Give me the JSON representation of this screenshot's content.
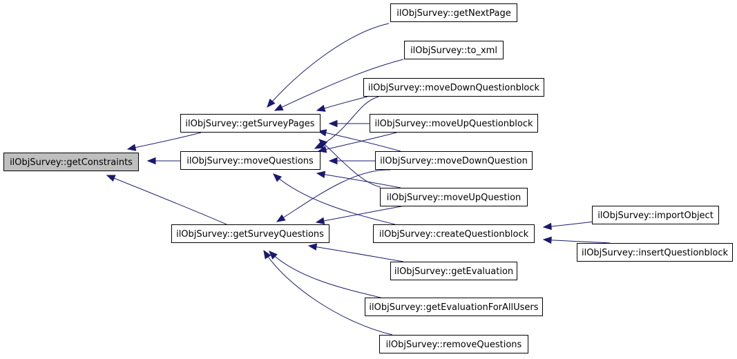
{
  "nodes": {
    "getConstraints": "ilObjSurvey::getConstraints",
    "getSurveyPages": "ilObjSurvey::getSurveyPages",
    "moveQuestions": "ilObjSurvey::moveQuestions",
    "getSurveyQuestions": "ilObjSurvey::getSurveyQuestions",
    "getNextPage": "ilObjSurvey::getNextPage",
    "to_xml": "ilObjSurvey::to_xml",
    "moveDownQuestionblock": "ilObjSurvey::moveDownQuestionblock",
    "moveUpQuestionblock": "ilObjSurvey::moveUpQuestionblock",
    "moveDownQuestion": "ilObjSurvey::moveDownQuestion",
    "moveUpQuestion": "ilObjSurvey::moveUpQuestion",
    "createQuestionblock": "ilObjSurvey::createQuestionblock",
    "getEvaluation": "ilObjSurvey::getEvaluation",
    "getEvaluationForAllUsers": "ilObjSurvey::getEvaluationForAllUsers",
    "removeQuestions": "ilObjSurvey::removeQuestions",
    "importObject": "ilObjSurvey::importObject",
    "insertQuestionblock": "ilObjSurvey::insertQuestionblock"
  },
  "edges": [
    [
      "getConstraints",
      "getSurveyPages"
    ],
    [
      "getConstraints",
      "moveQuestions"
    ],
    [
      "getConstraints",
      "getSurveyQuestions"
    ],
    [
      "getSurveyPages",
      "getNextPage"
    ],
    [
      "getSurveyPages",
      "to_xml"
    ],
    [
      "getSurveyPages",
      "moveDownQuestionblock"
    ],
    [
      "getSurveyPages",
      "moveUpQuestionblock"
    ],
    [
      "getSurveyPages",
      "moveDownQuestion"
    ],
    [
      "getSurveyPages",
      "moveUpQuestion"
    ],
    [
      "moveQuestions",
      "moveDownQuestionblock"
    ],
    [
      "moveQuestions",
      "moveUpQuestionblock"
    ],
    [
      "moveQuestions",
      "moveDownQuestion"
    ],
    [
      "moveQuestions",
      "moveUpQuestion"
    ],
    [
      "moveQuestions",
      "createQuestionblock"
    ],
    [
      "getSurveyQuestions",
      "moveDownQuestion"
    ],
    [
      "getSurveyQuestions",
      "moveUpQuestion"
    ],
    [
      "getSurveyQuestions",
      "getEvaluation"
    ],
    [
      "getSurveyQuestions",
      "getEvaluationForAllUsers"
    ],
    [
      "getSurveyQuestions",
      "removeQuestions"
    ],
    [
      "createQuestionblock",
      "importObject"
    ],
    [
      "createQuestionblock",
      "insertQuestionblock"
    ]
  ]
}
